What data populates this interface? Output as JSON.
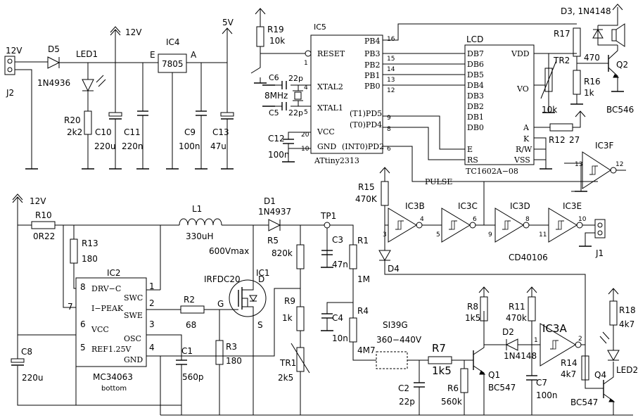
{
  "power": {
    "v12a": "12V",
    "v12b": "12V",
    "v12c": "12V",
    "v5": "5V"
  },
  "conn": {
    "j1": "J1",
    "j2": "J2"
  },
  "ic4": {
    "name": "IC4",
    "part": "7805",
    "pin_e": "E",
    "pin_a": "A"
  },
  "ic5": {
    "name": "IC5",
    "part": "ATtiny2313",
    "pins": {
      "reset": "RESET",
      "xtal2": "XTAL2",
      "xtal1": "XTAL1",
      "vcc": "VCC",
      "gnd": "GND",
      "pb4": "PB4",
      "pb3": "PB3",
      "pb2": "PB2",
      "pb1": "PB1",
      "pb0": "PB0",
      "pd5": "(T1)PD5",
      "pd4": "(T0)PD4",
      "pd2": "(INT0)PD2"
    },
    "pinnums": {
      "n1": "1",
      "n4": "4",
      "n5": "5",
      "n20": "20",
      "n10": "10",
      "n16": "16",
      "n15": "15",
      "n14": "14",
      "n13": "13",
      "n12": "12",
      "n9": "9",
      "n8": "8",
      "n6": "6"
    }
  },
  "lcd": {
    "name": "LCD",
    "part": "TC1602A−08",
    "pins": {
      "db7": "DB7",
      "db6": "DB6",
      "db5": "DB5",
      "db4": "DB4",
      "db3": "DB3",
      "db2": "DB2",
      "db1": "DB1",
      "db0": "DB0",
      "e": "E",
      "rs": "RS",
      "vdd": "VDD",
      "vo": "VO",
      "a": "A",
      "k": "K",
      "rw": "R/W",
      "vss": "VSS"
    }
  },
  "ic2": {
    "name": "IC2",
    "part": "MC34063",
    "note": "bottom",
    "pins": {
      "drvc": "DRV−C",
      "ipeak": "I−PEAK",
      "vcc": "VCC",
      "ref": "REF1.25V",
      "swc": "SWC",
      "swe": "SWE",
      "osc": "OSC",
      "gnd": "GND"
    },
    "pinnums": {
      "p8": "8",
      "p7": "7",
      "p6": "6",
      "p5": "5",
      "p1": "1",
      "p2": "2",
      "p3": "3",
      "p4": "4"
    }
  },
  "ic1": {
    "name": "IC1",
    "part": "IRFDC20",
    "d": "D",
    "g": "G",
    "s": "S"
  },
  "ic3": {
    "b": "IC3B",
    "c": "IC3C",
    "d": "IC3D",
    "e": "IC3E",
    "f": "IC3F",
    "a": "IC3A",
    "part": "CD40106",
    "pins": {
      "p3": "3",
      "p4": "4",
      "p5": "5",
      "p6": "6",
      "p9": "9",
      "p8": "8",
      "p11": "11",
      "p10": "10",
      "p13": "13",
      "p12": "12",
      "p1": "1",
      "p2": "2"
    }
  },
  "labels": {
    "pulse": "PULSE",
    "tp1": "TP1",
    "v600": "600Vmax",
    "xtal": "8MHz"
  },
  "diodes": {
    "d5": "D5",
    "d5v": "1N4936",
    "d1": "D1",
    "d1v": "1N4937",
    "d2": "D2",
    "d2v": "1N4148",
    "d3": "D3, 1N4148",
    "d4": "D4",
    "led1": "LED1",
    "led2": "LED2"
  },
  "tube": {
    "name": "SI39G",
    "value": "360−440V"
  },
  "inductor": {
    "name": "L1",
    "value": "330uH"
  },
  "transistors": {
    "q1": "Q1",
    "q1v": "BC547",
    "q2": "Q2",
    "q2v": "BC546",
    "q4": "Q4",
    "q4v": "BC547"
  },
  "resistors": {
    "r1": "R1",
    "r1v": "1M",
    "r2": "R2",
    "r2v": "68",
    "r3": "R3",
    "r3v": "180",
    "r4": "R4",
    "r4v": "4M7",
    "r5": "R5",
    "r5v": "820k",
    "r6": "R6",
    "r6v": "560k",
    "r7": "R7",
    "r7v": "1k5",
    "r8": "R8",
    "r8v": "1k5",
    "r9": "R9",
    "r9v": "1k",
    "r10": "R10",
    "r10v": "0R22",
    "r11": "R11",
    "r11v": "470k",
    "r12": "R12",
    "r12v": "27",
    "r13": "R13",
    "r13v": "180",
    "r14": "R14",
    "r14v": "4k7",
    "r15": "R15",
    "r15v": "470K",
    "r16": "R16",
    "r16v": "1k",
    "r17": "R17",
    "r17v": "470",
    "r18": "R18",
    "r18v": "4k7",
    "r19": "R19",
    "r19v": "10k",
    "r20": "R20",
    "r20v": "2k2",
    "tr1": "TR1",
    "tr1v": "2k5",
    "tr2": "TR2",
    "tr2v": "10k"
  },
  "capacitors": {
    "c1": "C1",
    "c1v": "560p",
    "c2": "C2",
    "c2v": "22p",
    "c3": "C3",
    "c3v": "47n",
    "c4": "C4",
    "c4v": "10n",
    "c5": "C5",
    "c6": "C6",
    "c56v": "22p",
    "c56v2": "22p",
    "c7": "C7",
    "c7v": "100n",
    "c8": "C8",
    "c8v": "220u",
    "c9": "C9",
    "c9v": "100n",
    "c10": "C10",
    "c10v": "220u",
    "c11": "C11",
    "c11v": "220n",
    "c12": "C12",
    "c12v": "100n",
    "c13": "C13",
    "c13v": "47u"
  }
}
